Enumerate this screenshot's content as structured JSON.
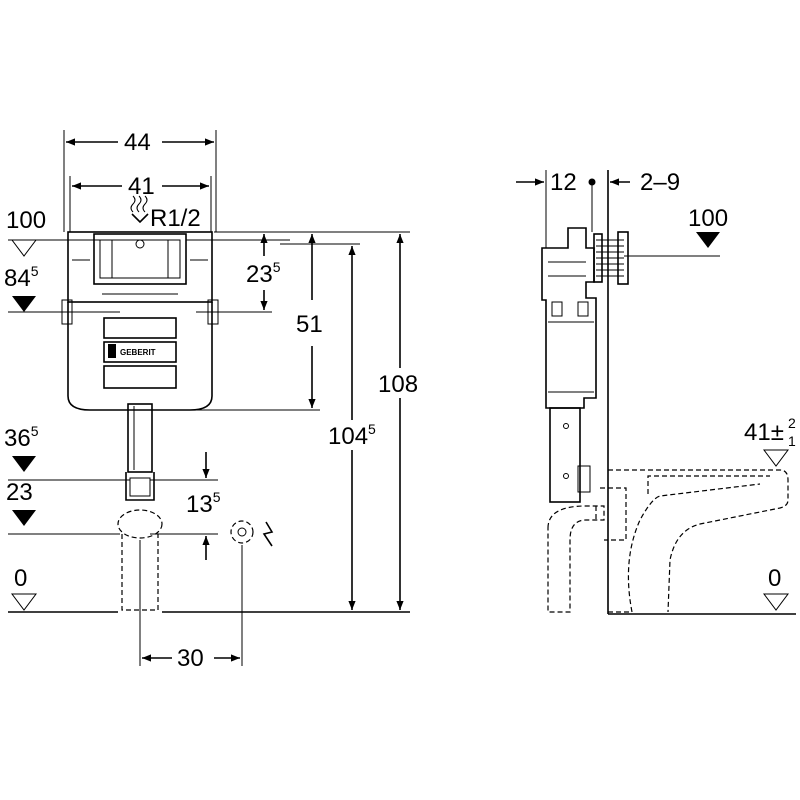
{
  "front_view": {
    "width_outer": "44",
    "width_inner": "41",
    "supply_thread": "R1/2",
    "dim_23_5": {
      "base": "23",
      "sup": "5"
    },
    "dim_51": "51",
    "dim_104_5": {
      "base": "104",
      "sup": "5"
    },
    "dim_108": "108",
    "dim_13_5": {
      "base": "13",
      "sup": "5"
    },
    "dim_30": "30",
    "brand": "GEBERIT",
    "levels": {
      "l100": "100",
      "l84_5": {
        "base": "84",
        "sup": "5"
      },
      "l36_5": {
        "base": "36",
        "sup": "5"
      },
      "l23": "23",
      "l0": "0"
    }
  },
  "side_view": {
    "depth": "12",
    "wall_offset": "2–9",
    "level_100": "100",
    "level_41": {
      "base": "41",
      "tol": "±",
      "sup_top": "2",
      "sup_bottom": "1"
    },
    "level_0": "0"
  }
}
